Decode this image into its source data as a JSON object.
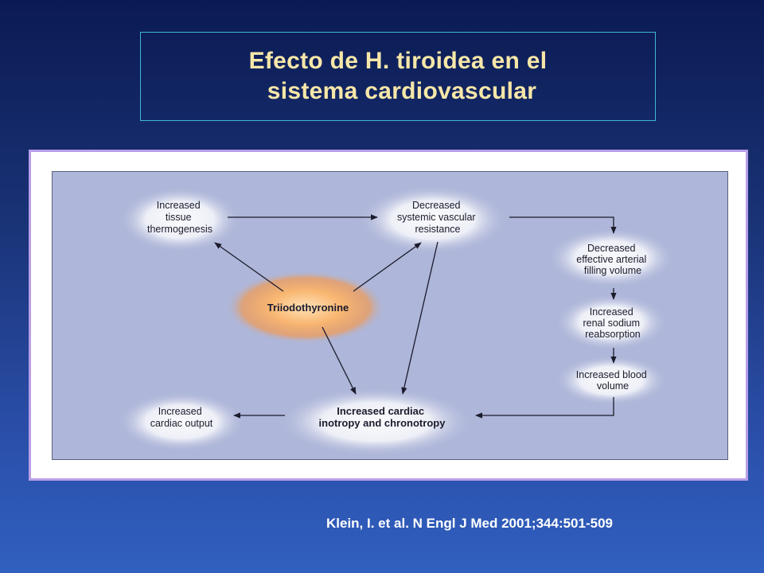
{
  "slide": {
    "title_line1": "Efecto de H. tiroidea en  el",
    "title_line2": "sistema cardiovascular",
    "citation": "Klein, I. et al. N Engl J Med 2001;344:501-509"
  },
  "diagram": {
    "nodes": {
      "thermogenesis": [
        "Increased",
        "tissue",
        "thermogenesis"
      ],
      "svr": [
        "Decreased",
        "systemic vascular",
        "resistance"
      ],
      "arterial_filling": [
        "Decreased",
        "effective arterial",
        "filling volume"
      ],
      "renal_sodium": [
        "Increased",
        "renal sodium",
        "reabsorption"
      ],
      "blood_volume": [
        "Increased blood",
        "volume"
      ],
      "triiodothyronine": [
        "Triiodothyronine"
      ],
      "inotropy": [
        "Increased cardiac",
        "inotropy and chronotropy"
      ],
      "cardiac_output": [
        "Increased",
        "cardiac output"
      ]
    },
    "colors": {
      "panel": "#aeb6d9",
      "glow_node": "#f2f1f7",
      "hormone_glow": "#f4a45a",
      "arrow": "#1b1b2c"
    }
  }
}
